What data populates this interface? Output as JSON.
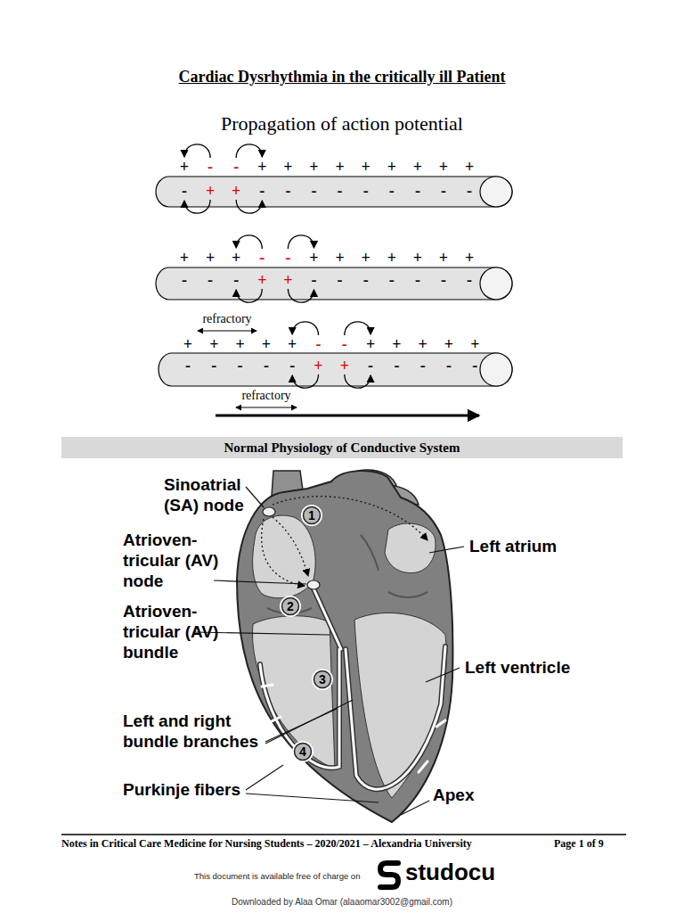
{
  "diagram": {
    "title": "Cardiac Dysrhythmia in the critically ill Patient",
    "nodes": [
      {
        "text": [
          "Normal Physiology of Conductive System"
        ]
      },
      {
        "text": [
          "1"
        ]
      },
      {
        "text": [
          "2"
        ]
      },
      {
        "text": [
          "3"
        ]
      },
      {
        "text": [
          "4"
        ]
      }
    ],
    "labels": [
      "Propagation of action potential",
      "+",
      "-",
      "-",
      "+",
      "+",
      "+",
      "+",
      "+",
      "+",
      "+",
      "+",
      "+",
      "-",
      "+",
      "+",
      "-",
      "-",
      "-",
      "-",
      "-",
      "-",
      "-",
      "-",
      "-",
      "+",
      "+",
      "+",
      "-",
      "-",
      "+",
      "+",
      "+",
      "+",
      "+",
      "+",
      "+",
      "-",
      "-",
      "-",
      "+",
      "+",
      "-",
      "-",
      "-",
      "-",
      "-",
      "-",
      "-",
      "+",
      "+",
      "+",
      "+",
      "+",
      "-",
      "-",
      "+",
      "+",
      "+",
      "+",
      "+",
      "-",
      "-",
      "-",
      "-",
      "-",
      "+",
      "+",
      "-",
      "-",
      "-",
      "-",
      "-",
      "refractory",
      "refractory",
      "Sinoatrial (SA) node",
      "Atrioven- tricular (AV) node",
      "Left atrium",
      "Atrioven- tricular (AV) bundle",
      "Left ventricle",
      "Left and right bundle branches",
      "Purkinje fibers",
      "Apex",
      "Notes in Critical Care Medicine for Nursing Students – 2020/2021 – Alexandria University",
      "Page 1 of 9",
      "This document is available free of charge on",
      "studocu",
      "Downloaded by Alaa Omar (alaaomar3002@gmail.com)"
    ]
  }
}
